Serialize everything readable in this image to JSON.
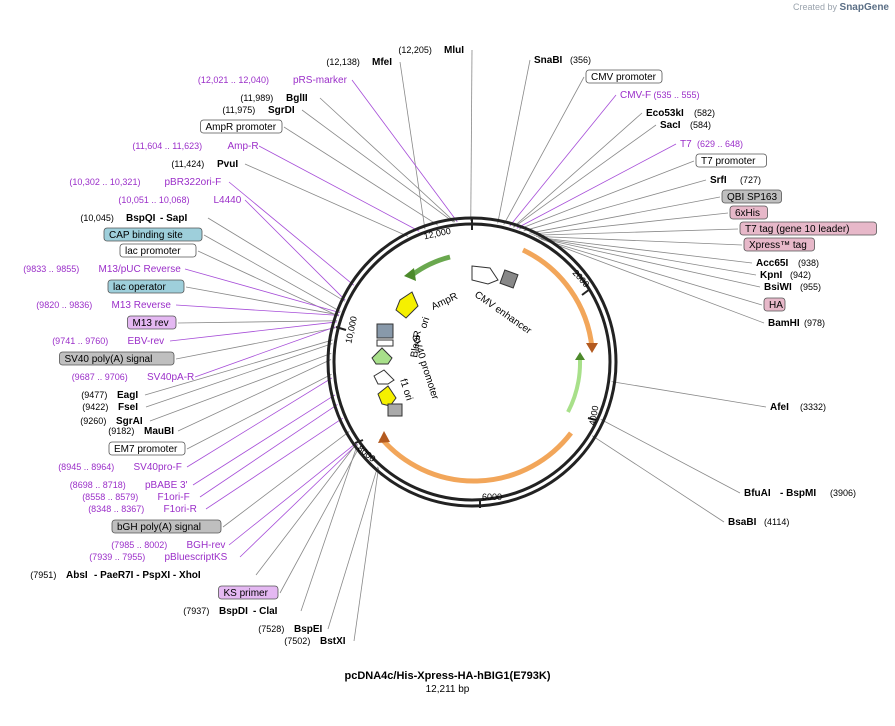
{
  "app": {
    "credit_prefix": "Created by",
    "credit_brand": "SnapGene"
  },
  "plasmid": {
    "name": "pcDNA4c/His-Xpress-HA-hBIG1(E793K)",
    "length_label": "12,211 bp"
  },
  "ring_ticks": [
    "12,000",
    "2000",
    "4000",
    "6000",
    "8000",
    "10,000"
  ],
  "inner_features": [
    "AmpR",
    "CMV enhancer",
    "ori",
    "BleoR",
    "SV40 promoter",
    "f1 ori"
  ],
  "colors": {
    "restriction": "#000000",
    "primer": "#9b2fc9",
    "line": "#888888",
    "primer_line": "#a64dd8",
    "promoter_box": "#ffffff",
    "blue_box": "#9ecfdb",
    "pink_box": "#e7b8c9",
    "gray_box": "#bfbfbf",
    "purple_box": "#e4b8f2",
    "orf_orange": "#f2a65a",
    "orf_green": "#a8e08a",
    "bleo_yellow": "#f5f000"
  },
  "left_labels": [
    {
      "kind": "site",
      "pos": "(12,138)",
      "name": "MfeI"
    },
    {
      "kind": "site",
      "pos": "(12,205)",
      "name": "MluI"
    },
    {
      "kind": "primer",
      "pos": "(12,021 .. 12,040)",
      "name": "pRS-marker"
    },
    {
      "kind": "site",
      "pos": "(11,989)",
      "name": "BglII"
    },
    {
      "kind": "site",
      "pos": "(11,975)",
      "name": "SgrDI"
    },
    {
      "kind": "box",
      "style": "white",
      "name": "AmpR promoter"
    },
    {
      "kind": "primer",
      "pos": "(11,604 .. 11,623)",
      "name": "Amp-R"
    },
    {
      "kind": "site",
      "pos": "(11,424)",
      "name": "PvuI"
    },
    {
      "kind": "primer",
      "pos": "(10,302 .. 10,321)",
      "name": "pBR322ori-F"
    },
    {
      "kind": "primer",
      "pos": "(10,051 .. 10,068)",
      "name": "L4440"
    },
    {
      "kind": "site",
      "pos": "(10,045)",
      "name": "BspQI",
      "alt": "- SapI"
    },
    {
      "kind": "box",
      "style": "blue",
      "name": "CAP binding site"
    },
    {
      "kind": "box",
      "style": "white",
      "name": "lac promoter"
    },
    {
      "kind": "primer",
      "pos": "(9833 .. 9855)",
      "name": "M13/pUC Reverse"
    },
    {
      "kind": "box",
      "style": "blue",
      "name": "lac operator"
    },
    {
      "kind": "primer",
      "pos": "(9820 .. 9836)",
      "name": "M13 Reverse"
    },
    {
      "kind": "box",
      "style": "purple",
      "name": "M13 rev"
    },
    {
      "kind": "primer",
      "pos": "(9741 .. 9760)",
      "name": "EBV-rev"
    },
    {
      "kind": "box",
      "style": "gray",
      "name": "SV40 poly(A) signal"
    },
    {
      "kind": "primer",
      "pos": "(9687 .. 9706)",
      "name": "SV40pA-R"
    },
    {
      "kind": "site",
      "pos": "(9477)",
      "name": "EagI"
    },
    {
      "kind": "site",
      "pos": "(9422)",
      "name": "FseI"
    },
    {
      "kind": "site",
      "pos": "(9260)",
      "name": "SgrAI"
    },
    {
      "kind": "site",
      "pos": "(9182)",
      "name": "MauBI"
    },
    {
      "kind": "box",
      "style": "white",
      "name": "EM7 promoter"
    },
    {
      "kind": "primer",
      "pos": "(8945 .. 8964)",
      "name": "SV40pro-F"
    },
    {
      "kind": "primer",
      "pos": "(8698 .. 8718)",
      "name": "pBABE 3'"
    },
    {
      "kind": "primer",
      "pos": "(8558 .. 8579)",
      "name": "F1ori-F"
    },
    {
      "kind": "primer",
      "pos": "(8348 .. 8367)",
      "name": "F1ori-R"
    },
    {
      "kind": "box",
      "style": "gray",
      "name": "bGH poly(A) signal"
    },
    {
      "kind": "primer",
      "pos": "(7985 .. 8002)",
      "name": "BGH-rev"
    },
    {
      "kind": "primer",
      "pos": "(7939 .. 7955)",
      "name": "pBluescriptKS"
    },
    {
      "kind": "site",
      "pos": "(7951)",
      "name": "AbsI",
      "alt": "- PaeR7I  - PspXI  - XhoI"
    },
    {
      "kind": "box",
      "style": "purple",
      "name": "KS primer"
    },
    {
      "kind": "site",
      "pos": "(7937)",
      "name": "BspDI",
      "alt": "- ClaI"
    },
    {
      "kind": "site",
      "pos": "(7528)",
      "name": "BspEI"
    },
    {
      "kind": "site",
      "pos": "(7502)",
      "name": "BstXI"
    }
  ],
  "right_labels": [
    {
      "kind": "site",
      "name": "SnaBI",
      "pos": "(356)"
    },
    {
      "kind": "box",
      "style": "white",
      "name": "CMV promoter"
    },
    {
      "kind": "primer",
      "name": "CMV-F",
      "pos": "(535 .. 555)"
    },
    {
      "kind": "site",
      "name": "Eco53kI",
      "pos": "(582)"
    },
    {
      "kind": "site",
      "name": "SacI",
      "pos": "(584)"
    },
    {
      "kind": "primer",
      "name": "T7",
      "pos": "(629 .. 648)"
    },
    {
      "kind": "box",
      "style": "white",
      "name": "T7 promoter"
    },
    {
      "kind": "site",
      "name": "SrfI",
      "pos": "(727)"
    },
    {
      "kind": "box",
      "style": "gray",
      "name": "QBI SP163"
    },
    {
      "kind": "box",
      "style": "pink",
      "name": "6xHis"
    },
    {
      "kind": "box",
      "style": "pink",
      "name": "T7 tag (gene 10 leader)"
    },
    {
      "kind": "box",
      "style": "pink",
      "name": "Xpress™ tag"
    },
    {
      "kind": "site",
      "name": "Acc65I",
      "pos": "(938)"
    },
    {
      "kind": "site",
      "name": "KpnI",
      "pos": "(942)"
    },
    {
      "kind": "site",
      "name": "BsiWI",
      "pos": "(955)"
    },
    {
      "kind": "box",
      "style": "pink",
      "name": "HA"
    },
    {
      "kind": "site",
      "name": "BamHI",
      "pos": "(978)"
    },
    {
      "kind": "site",
      "name": "AfeI",
      "pos": "(3332)"
    },
    {
      "kind": "site",
      "name": "BfuAI",
      "alt": "- BspMI",
      "pos": "(3906)"
    },
    {
      "kind": "site",
      "name": "BsaBI",
      "pos": "(4114)"
    }
  ]
}
